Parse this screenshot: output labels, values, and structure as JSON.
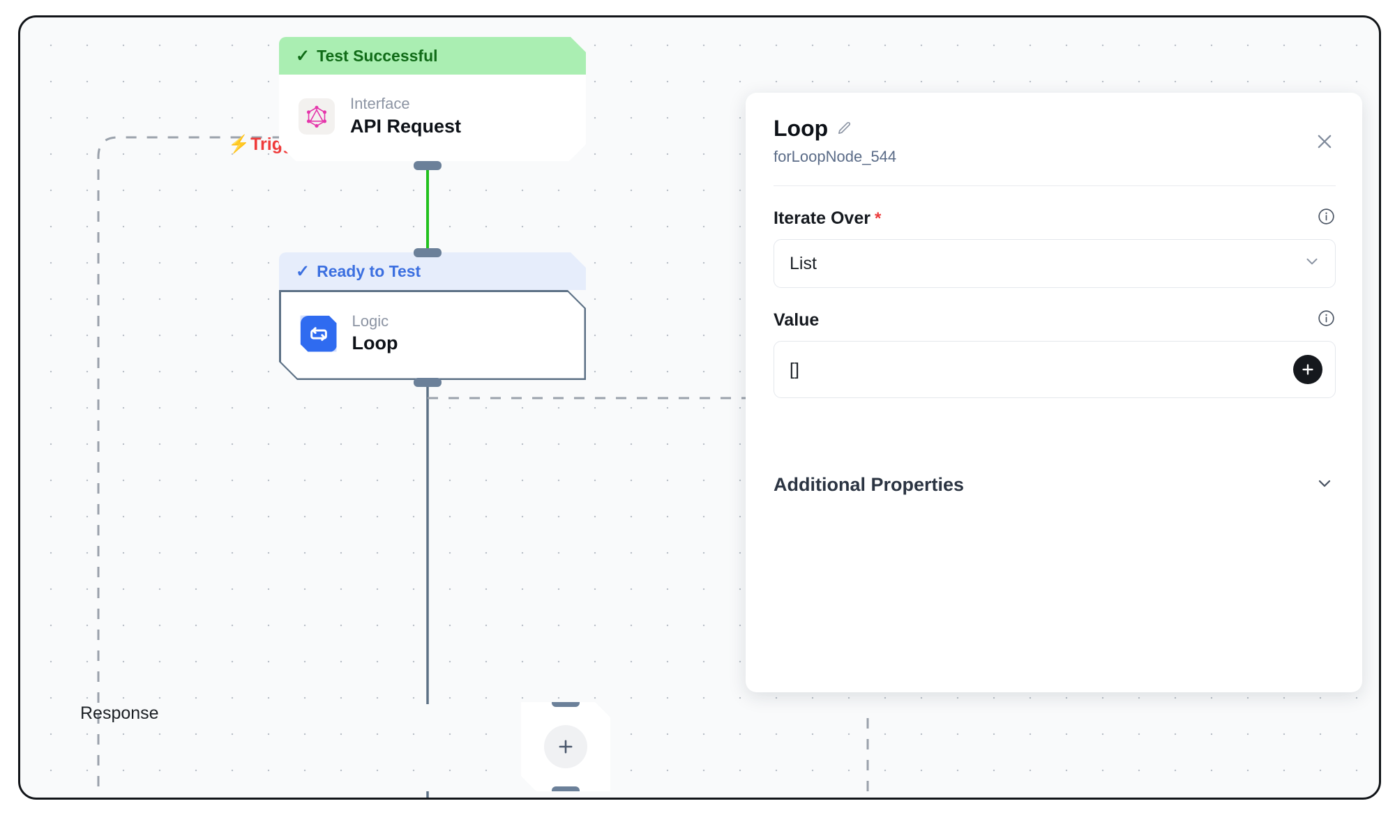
{
  "canvas": {
    "trigger_label": "Trigger",
    "trigger_icon": "lightning-bolt-icon",
    "response_label": "Response",
    "add_node_icon": "plus-icon",
    "trigger_color": "#ef3b3b",
    "active_edge_color": "#22c11e",
    "handle_color": "#6b8099"
  },
  "nodes": [
    {
      "id": "api-request",
      "status_label": "Test Successful",
      "status_icon": "check-icon",
      "status_variant": "success",
      "status_bg": "#aaeeb2",
      "status_fg": "#106b17",
      "kind": "Interface",
      "title": "API Request",
      "icon": "graphql-icon",
      "icon_color": "#e535ab"
    },
    {
      "id": "loop",
      "status_label": "Ready to Test",
      "status_icon": "check-icon",
      "status_variant": "ready",
      "status_bg": "#e6edfb",
      "status_fg": "#3b6fe0",
      "kind": "Logic",
      "title": "Loop",
      "icon": "loop-repeat-icon",
      "icon_color": "#2f6bf0",
      "selected": true
    }
  ],
  "panel": {
    "title": "Loop",
    "edit_icon": "pencil-icon",
    "subtitle": "forLoopNode_544",
    "close_icon": "close-icon",
    "fields": [
      {
        "label": "Iterate Over",
        "required": true,
        "required_mark": "*",
        "info_icon": "info-icon",
        "control": "select",
        "value": "List",
        "chevron_icon": "chevron-down-icon"
      },
      {
        "label": "Value",
        "required": false,
        "info_icon": "info-icon",
        "control": "value-list",
        "value": "[]",
        "add_icon": "plus-icon"
      }
    ],
    "additional_properties": {
      "label": "Additional Properties",
      "chevron_icon": "chevron-down-icon",
      "expanded": false
    }
  }
}
